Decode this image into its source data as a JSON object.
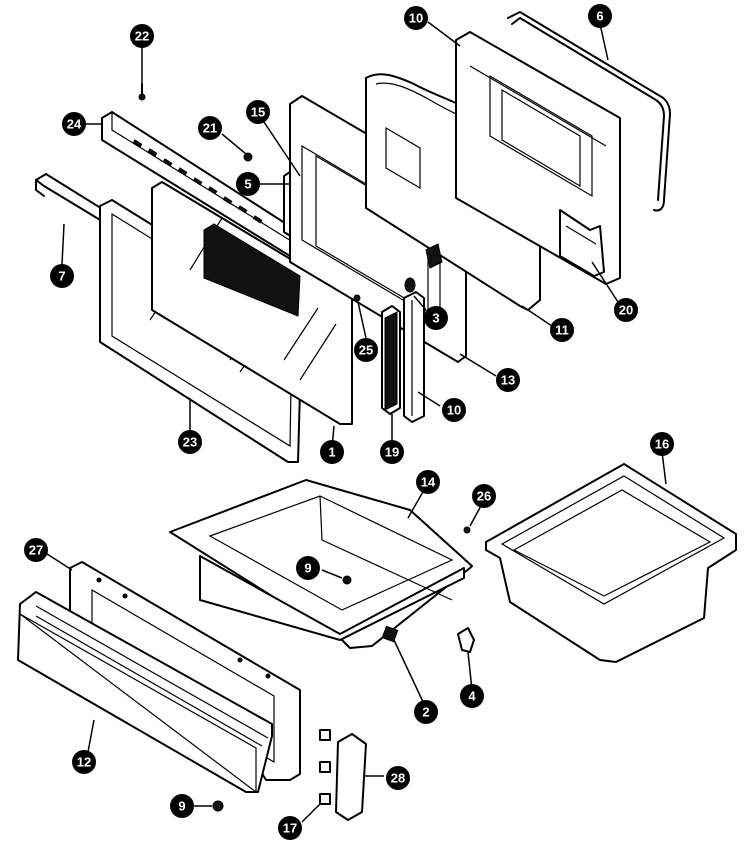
{
  "callouts": [
    {
      "id": "c1",
      "label": "22"
    },
    {
      "id": "c2",
      "label": "24"
    },
    {
      "id": "c3",
      "label": "21"
    },
    {
      "id": "c4",
      "label": "15"
    },
    {
      "id": "c5",
      "label": "5"
    },
    {
      "id": "c6",
      "label": "7"
    },
    {
      "id": "c7",
      "label": "10"
    },
    {
      "id": "c8",
      "label": "6"
    },
    {
      "id": "c9",
      "label": "20"
    },
    {
      "id": "c10",
      "label": "11"
    },
    {
      "id": "c11",
      "label": "3"
    },
    {
      "id": "c12",
      "label": "13"
    },
    {
      "id": "c13",
      "label": "25"
    },
    {
      "id": "c14",
      "label": "10"
    },
    {
      "id": "c15",
      "label": "1"
    },
    {
      "id": "c16",
      "label": "19"
    },
    {
      "id": "c17",
      "label": "23"
    },
    {
      "id": "c18",
      "label": "14"
    },
    {
      "id": "c19",
      "label": "26"
    },
    {
      "id": "c20",
      "label": "16"
    },
    {
      "id": "c21",
      "label": "27"
    },
    {
      "id": "c22",
      "label": "9"
    },
    {
      "id": "c23",
      "label": "2"
    },
    {
      "id": "c24",
      "label": "4"
    },
    {
      "id": "c25",
      "label": "12"
    },
    {
      "id": "c26",
      "label": "9"
    },
    {
      "id": "c27",
      "label": "28"
    },
    {
      "id": "c28",
      "label": "17"
    }
  ]
}
